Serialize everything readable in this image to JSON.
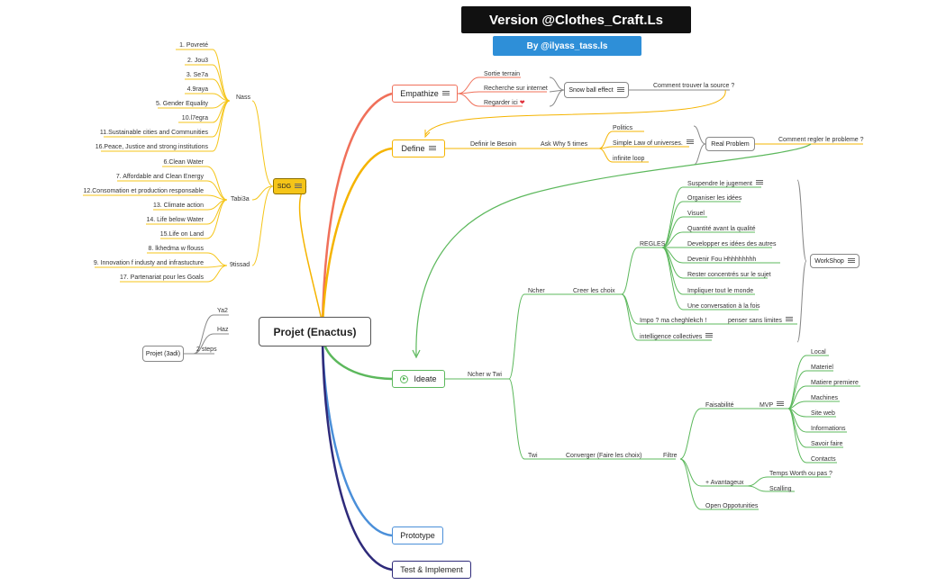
{
  "banner": {
    "title": "Version @Clothes_Craft.Ls",
    "subtitle": "By @ilyass_tass.ls"
  },
  "central": "Projet (Enactus)",
  "colors": {
    "empathize": "#f0705a",
    "define": "#f5b400",
    "ideate": "#5cb85c",
    "prototype": "#4a8fd9",
    "test": "#2e2a7a",
    "sdg": "#f5c518"
  },
  "sdg": {
    "label": "SDG",
    "nass": {
      "label": "Nass",
      "items": [
        "1. Povreté",
        "2. Jou3",
        "3. Se7a",
        "4.9raya",
        "5. Gender Equality",
        "10.l7egra",
        "11.Sustainable cities and Communities",
        "16.Peace, Justice and strong institutions"
      ]
    },
    "tabi3a": {
      "label": "Tabi3a",
      "items": [
        "6.Clean Water",
        "7. Affordable and Clean Energy",
        "12.Consomation  et production responsable",
        "13. Climate action",
        "14. Life below Water",
        "15.Life on Land"
      ]
    },
    "tissad": {
      "label": "9tissad",
      "items": [
        "8. lkhedma w flouss",
        "9. Innovation f industy and infrastucture",
        "17. Partenariat pour les Goals"
      ]
    }
  },
  "projet3adi": {
    "label": "Projet (3adi)",
    "steps": "2 steps",
    "ya2": "Ya2",
    "haz": "Haz"
  },
  "empathize": {
    "label": "Empathize",
    "items": [
      "Sortie terrain",
      "Recherche sur internet",
      "Regarder ici"
    ],
    "snowball": "Snow ball effect",
    "source": "Comment trouver la source ?"
  },
  "define": {
    "label": "Define",
    "besoin": "Definir le Besoin",
    "why": "Ask Why 5 times",
    "items": [
      "Politics",
      "Simple Law of universes.",
      "infinite loop"
    ],
    "real": "Real Problem",
    "regler": "Comment regler le probleme ?"
  },
  "ideate": {
    "label": "Ideate",
    "nw": "Ncher w Twi",
    "ncher": "Ncher",
    "creer": "Creer les choix",
    "regles": "REGLES",
    "rules": [
      "Suspendre le jugement",
      "Organiser les idées",
      "Visuel",
      "Quantité avant la qualité",
      "Developper es idées des autres",
      "Devenir Fou Hhhhhhhhh",
      "Rester concentrés sur le sujet",
      "Impliquer tout le monde",
      "Une conversation à la fois"
    ],
    "impo": "Impo ? ma cheghlekch !",
    "penser": "penser sans limites",
    "intel": "intelligence collectives",
    "workshop": "WorkShop",
    "twi": "Twi",
    "converger": "Converger (Faire les choix)",
    "filtre": "Filtre",
    "faisab": "Faisabilité",
    "mvp": "MVP",
    "mvp_items": [
      "Local",
      "Materiel",
      "Matiere premiere",
      "Machines",
      "Site web",
      "Informations",
      "Savoir faire",
      "Contacts"
    ],
    "avant": "+ Avantageux",
    "temps": "Temps Worth ou pas ?",
    "scal": "Scalling",
    "open": "Open Oppotunities"
  },
  "prototype": "Prototype",
  "test": "Test & Implement"
}
